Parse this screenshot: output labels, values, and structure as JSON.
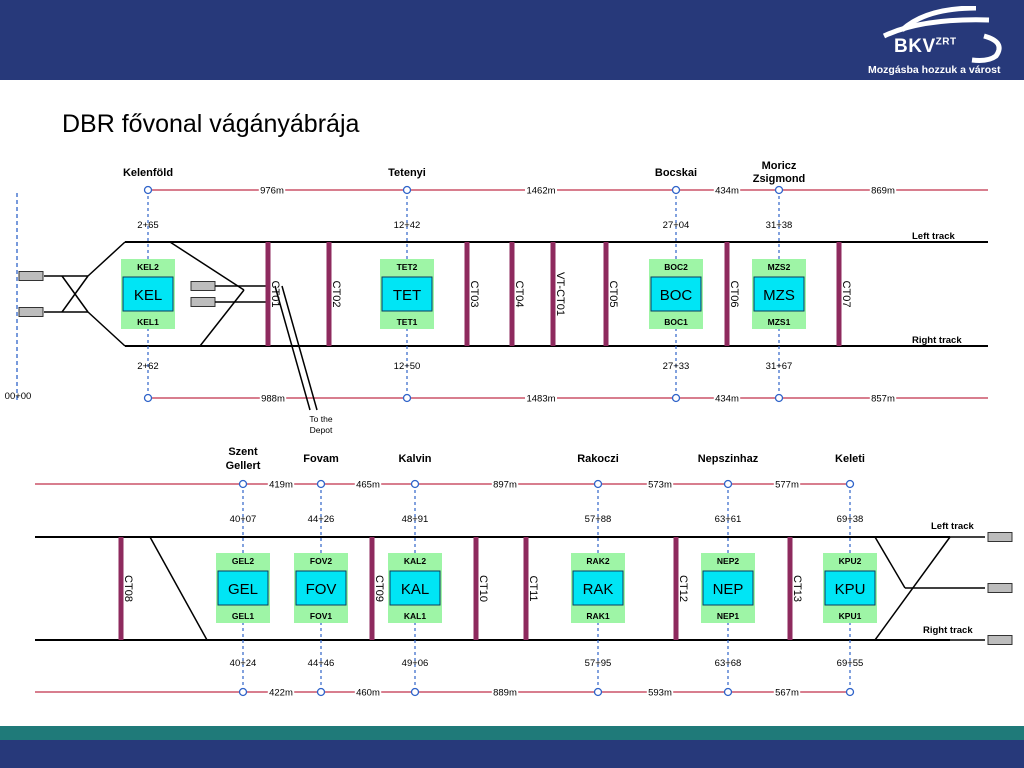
{
  "header": {
    "logo_text": "BKV",
    "logo_superscript": "ZRT",
    "tagline": "Mozgásba hozzuk a várost"
  },
  "title": "DBR fővonal vágányábrája",
  "colors": {
    "header_navy": "#27397a",
    "footer_teal": "#1f7a79",
    "platform_cyan": "#00e5f5",
    "platform_green": "#9ef5a6",
    "crossover_purple": "#8e2a5e",
    "distance_line_red": "#c0304a",
    "station_axis_blue": "#2f63c9"
  },
  "diagram": {
    "track_labels": {
      "left": "Left track",
      "right": "Right track",
      "left_lower": "Left track",
      "right_lower": "Right track"
    },
    "zero_marker": "00+00",
    "depot_label_line1": "To the",
    "depot_label_line2": "Depot",
    "top_section": {
      "stations": [
        {
          "name": "Kelenföld",
          "name2": "",
          "code": "KEL",
          "top_code": "KEL2",
          "bottom_code": "KEL1",
          "chain_top": "2+65",
          "chain_bottom": "2+62"
        },
        {
          "name": "Tetenyi",
          "name2": "",
          "code": "TET",
          "top_code": "TET2",
          "bottom_code": "TET1",
          "chain_top": "12+42",
          "chain_bottom": "12+50"
        },
        {
          "name": "Bocskai",
          "name2": "",
          "code": "BOC",
          "top_code": "BOC2",
          "bottom_code": "BOC1",
          "chain_top": "27+04",
          "chain_bottom": "27+33"
        },
        {
          "name": "Moricz",
          "name2": "Zsigmond",
          "code": "MZS",
          "top_code": "MZS2",
          "bottom_code": "MZS1",
          "chain_top": "31+38",
          "chain_bottom": "31+67"
        }
      ],
      "distances_top": [
        "976m",
        "1462m",
        "434m",
        "869m"
      ],
      "distances_bottom": [
        "988m",
        "1483m",
        "434m",
        "857m"
      ],
      "crossovers": [
        "CT01",
        "CT02",
        "CT03",
        "CT04",
        "VT-CT01",
        "CT05",
        "CT06",
        "CT07"
      ]
    },
    "bottom_section": {
      "stations": [
        {
          "name": "Szent",
          "name2": "Gellert",
          "code": "GEL",
          "top_code": "GEL2",
          "bottom_code": "GEL1",
          "chain_top": "40+07",
          "chain_bottom": "40+24"
        },
        {
          "name": "Fovam",
          "name2": "",
          "code": "FOV",
          "top_code": "FOV2",
          "bottom_code": "FOV1",
          "chain_top": "44+26",
          "chain_bottom": "44+46"
        },
        {
          "name": "Kalvin",
          "name2": "",
          "code": "KAL",
          "top_code": "KAL2",
          "bottom_code": "KAL1",
          "chain_top": "48+91",
          "chain_bottom": "49+06"
        },
        {
          "name": "Rakoczi",
          "name2": "",
          "code": "RAK",
          "top_code": "RAK2",
          "bottom_code": "RAK1",
          "chain_top": "57+88",
          "chain_bottom": "57+95"
        },
        {
          "name": "Nepszinhaz",
          "name2": "",
          "code": "NEP",
          "top_code": "NEP2",
          "bottom_code": "NEP1",
          "chain_top": "63+61",
          "chain_bottom": "63+68"
        },
        {
          "name": "Keleti",
          "name2": "",
          "code": "KPU",
          "top_code": "KPU2",
          "bottom_code": "KPU1",
          "chain_top": "69+38",
          "chain_bottom": "69+55"
        }
      ],
      "distances_top": [
        "419m",
        "465m",
        "897m",
        "573m",
        "577m"
      ],
      "distances_bottom": [
        "422m",
        "460m",
        "889m",
        "593m",
        "567m"
      ],
      "crossovers": [
        "CT08",
        "CT09",
        "CT10",
        "CT11",
        "CT12",
        "CT13"
      ]
    }
  }
}
